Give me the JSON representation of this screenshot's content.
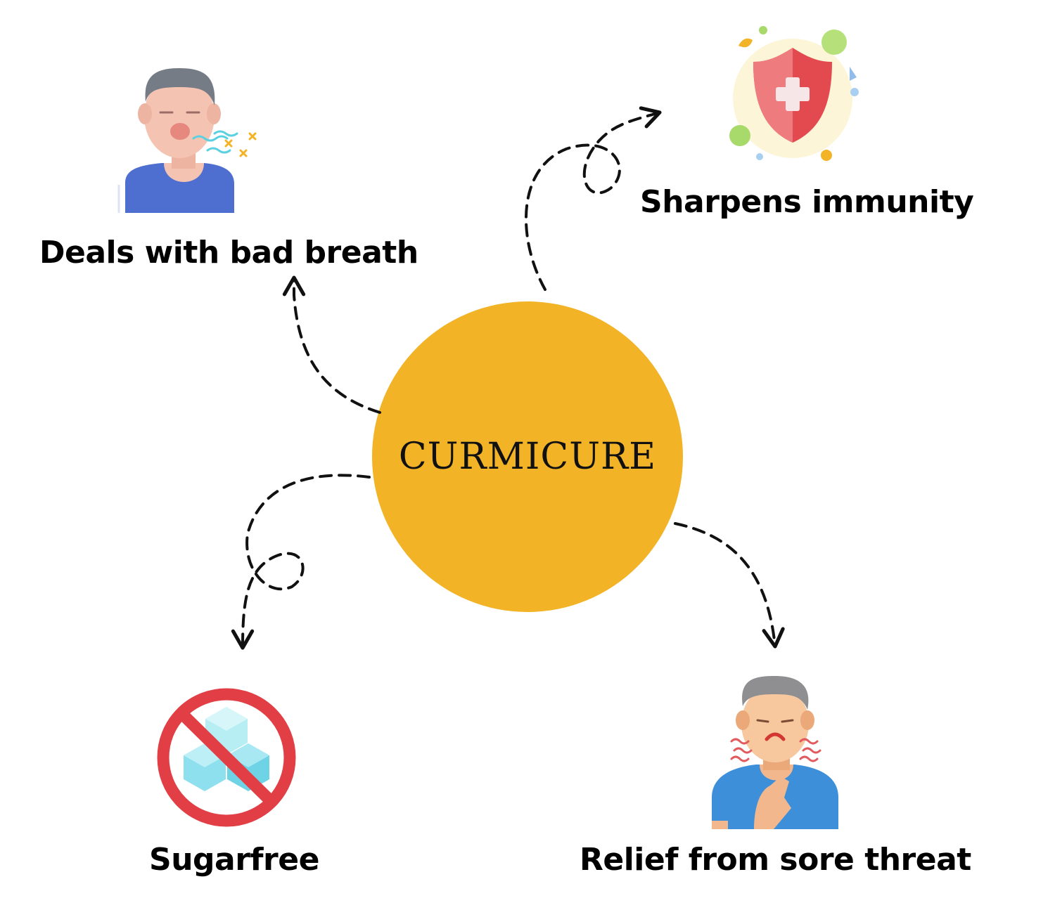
{
  "center": {
    "label": "CURMICURE",
    "color": "#F2B326"
  },
  "benefits": {
    "bad_breath": {
      "label": "Deals with bad breath",
      "icon": "bad-breath-person-icon"
    },
    "immunity": {
      "label": "Sharpens immunity",
      "icon": "shield-cross-icon"
    },
    "sugarfree": {
      "label": "Sugarfree",
      "icon": "no-sugar-icon"
    },
    "sore_throat": {
      "label": "Relief from sore threat",
      "icon": "sore-throat-person-icon"
    }
  },
  "colors": {
    "shirt_blue": "#4F6FD0",
    "shield_red": "#E34A4F",
    "prohibit_red": "#E13F45",
    "ice_cyan": "#8EE0EE",
    "skin": "#F5C3B2",
    "hair_gray": "#767C86"
  }
}
